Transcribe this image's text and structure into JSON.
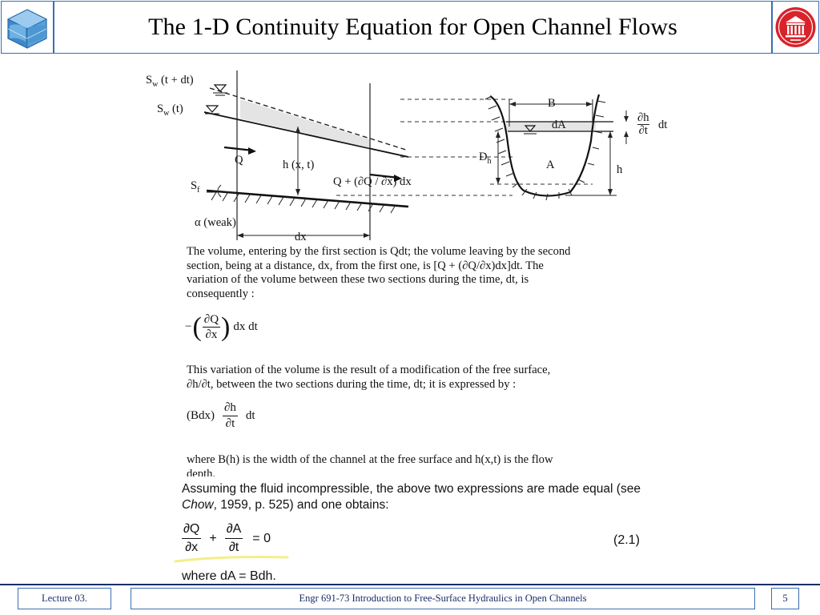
{
  "slide": {
    "title": "The 1-D Continuity Equation for Open Channel Flows"
  },
  "figure": {
    "labels": {
      "sw_t_dt": "S",
      "sw_t_dt_sub": "w",
      "sw_t_dt_arg": "(t + dt)",
      "sw_t": "S",
      "sw_t_sub": "w",
      "sw_t_arg": "(t)",
      "q": "Q",
      "h_x_t": "h (x, t)",
      "q_plus": "Q + (∂Q / ∂x) dx",
      "sf": "S",
      "sf_sub": "f",
      "alpha_weak": "α (weak)",
      "dx": "dx",
      "b": "B",
      "da": "dA",
      "dh_top": "∂h",
      "dh_bottom": "∂t",
      "dt": "dt",
      "d": "D",
      "d_sub": "h",
      "a": "A",
      "h": "h"
    }
  },
  "text": {
    "para1_l1": "The volume, entering by the first section is Qdt; the volume leaving by the second",
    "para1_l2": "section, being at a distance, dx, from the first one, is [Q + (∂Q/∂x)dx]dt. The",
    "para1_l3": "variation of the volume between these two sections during the time, dt, is",
    "para1_l4": "consequently :",
    "eq1_num": "∂Q",
    "eq1_den": "∂x",
    "eq1_tail": "dx dt",
    "para2_l1": "This variation of the volume is the result of a modification of the free surface,",
    "para2_l2": "∂h/∂t, between the two sections during the time, dt; it is expressed by :",
    "eq2_pre": "(Bdx)",
    "eq2_num": "∂h",
    "eq2_den": "∂t",
    "eq2_tail": "dt",
    "para3_l1": "where B(h) is the width of the channel at the free surface and h(x,t) is the flow",
    "para3_l2": "depth.",
    "para4_l1": "Assuming the fluid incompressible, the above two expressions are made equal (see",
    "para4_l2": "Chow, 1959, p. 525) and one obtains:",
    "eq3_n1": "∂Q",
    "eq3_d1": "∂x",
    "eq3_plus": "+",
    "eq3_n2": "∂A",
    "eq3_d2": "∂t",
    "eq3_eq": "= 0",
    "eq3_num": "(2.1)",
    "where": "where dA = Bdh."
  },
  "footer": {
    "left": "Lecture 03.",
    "center": "Engr 691-73 Introduction to Free-Surface Hydraulics in Open Channels",
    "page": "5"
  },
  "colors": {
    "frame": "#3a6fb0",
    "footer_text": "#1a2e6a",
    "logo_red": "#d8232a",
    "highlight": "#f4ee8a"
  }
}
